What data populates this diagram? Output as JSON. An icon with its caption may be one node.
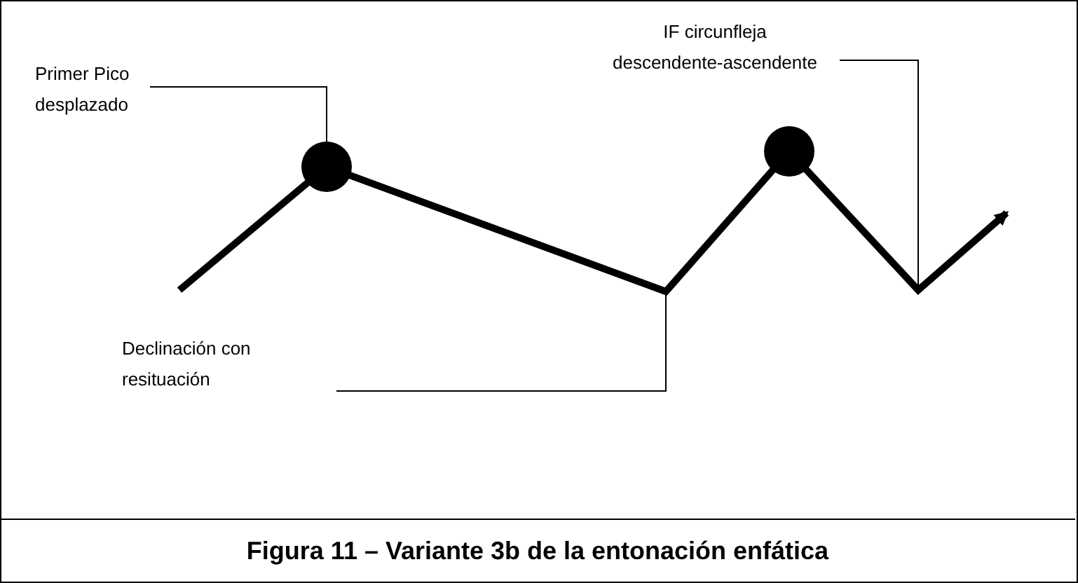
{
  "diagram": {
    "caption": "Figura 11 – Variante 3b de la entonación enfática",
    "nodes": [
      {
        "text": [
          "Primer Pico desplazado"
        ]
      },
      {
        "text": [],
        "shape": "circle"
      },
      {
        "text": [],
        "shape": "circle"
      },
      {
        "text": [
          "IF circunfleja descendente-ascendente"
        ]
      },
      {
        "text": [
          "Declinación con resituación"
        ]
      }
    ],
    "edges": [
      {
        "from": 0,
        "to": 1,
        "arrow": "none"
      },
      {
        "from": 3,
        "to": null,
        "arrow": "none"
      },
      {
        "from": 4,
        "to": null,
        "arrow": "none"
      }
    ]
  }
}
